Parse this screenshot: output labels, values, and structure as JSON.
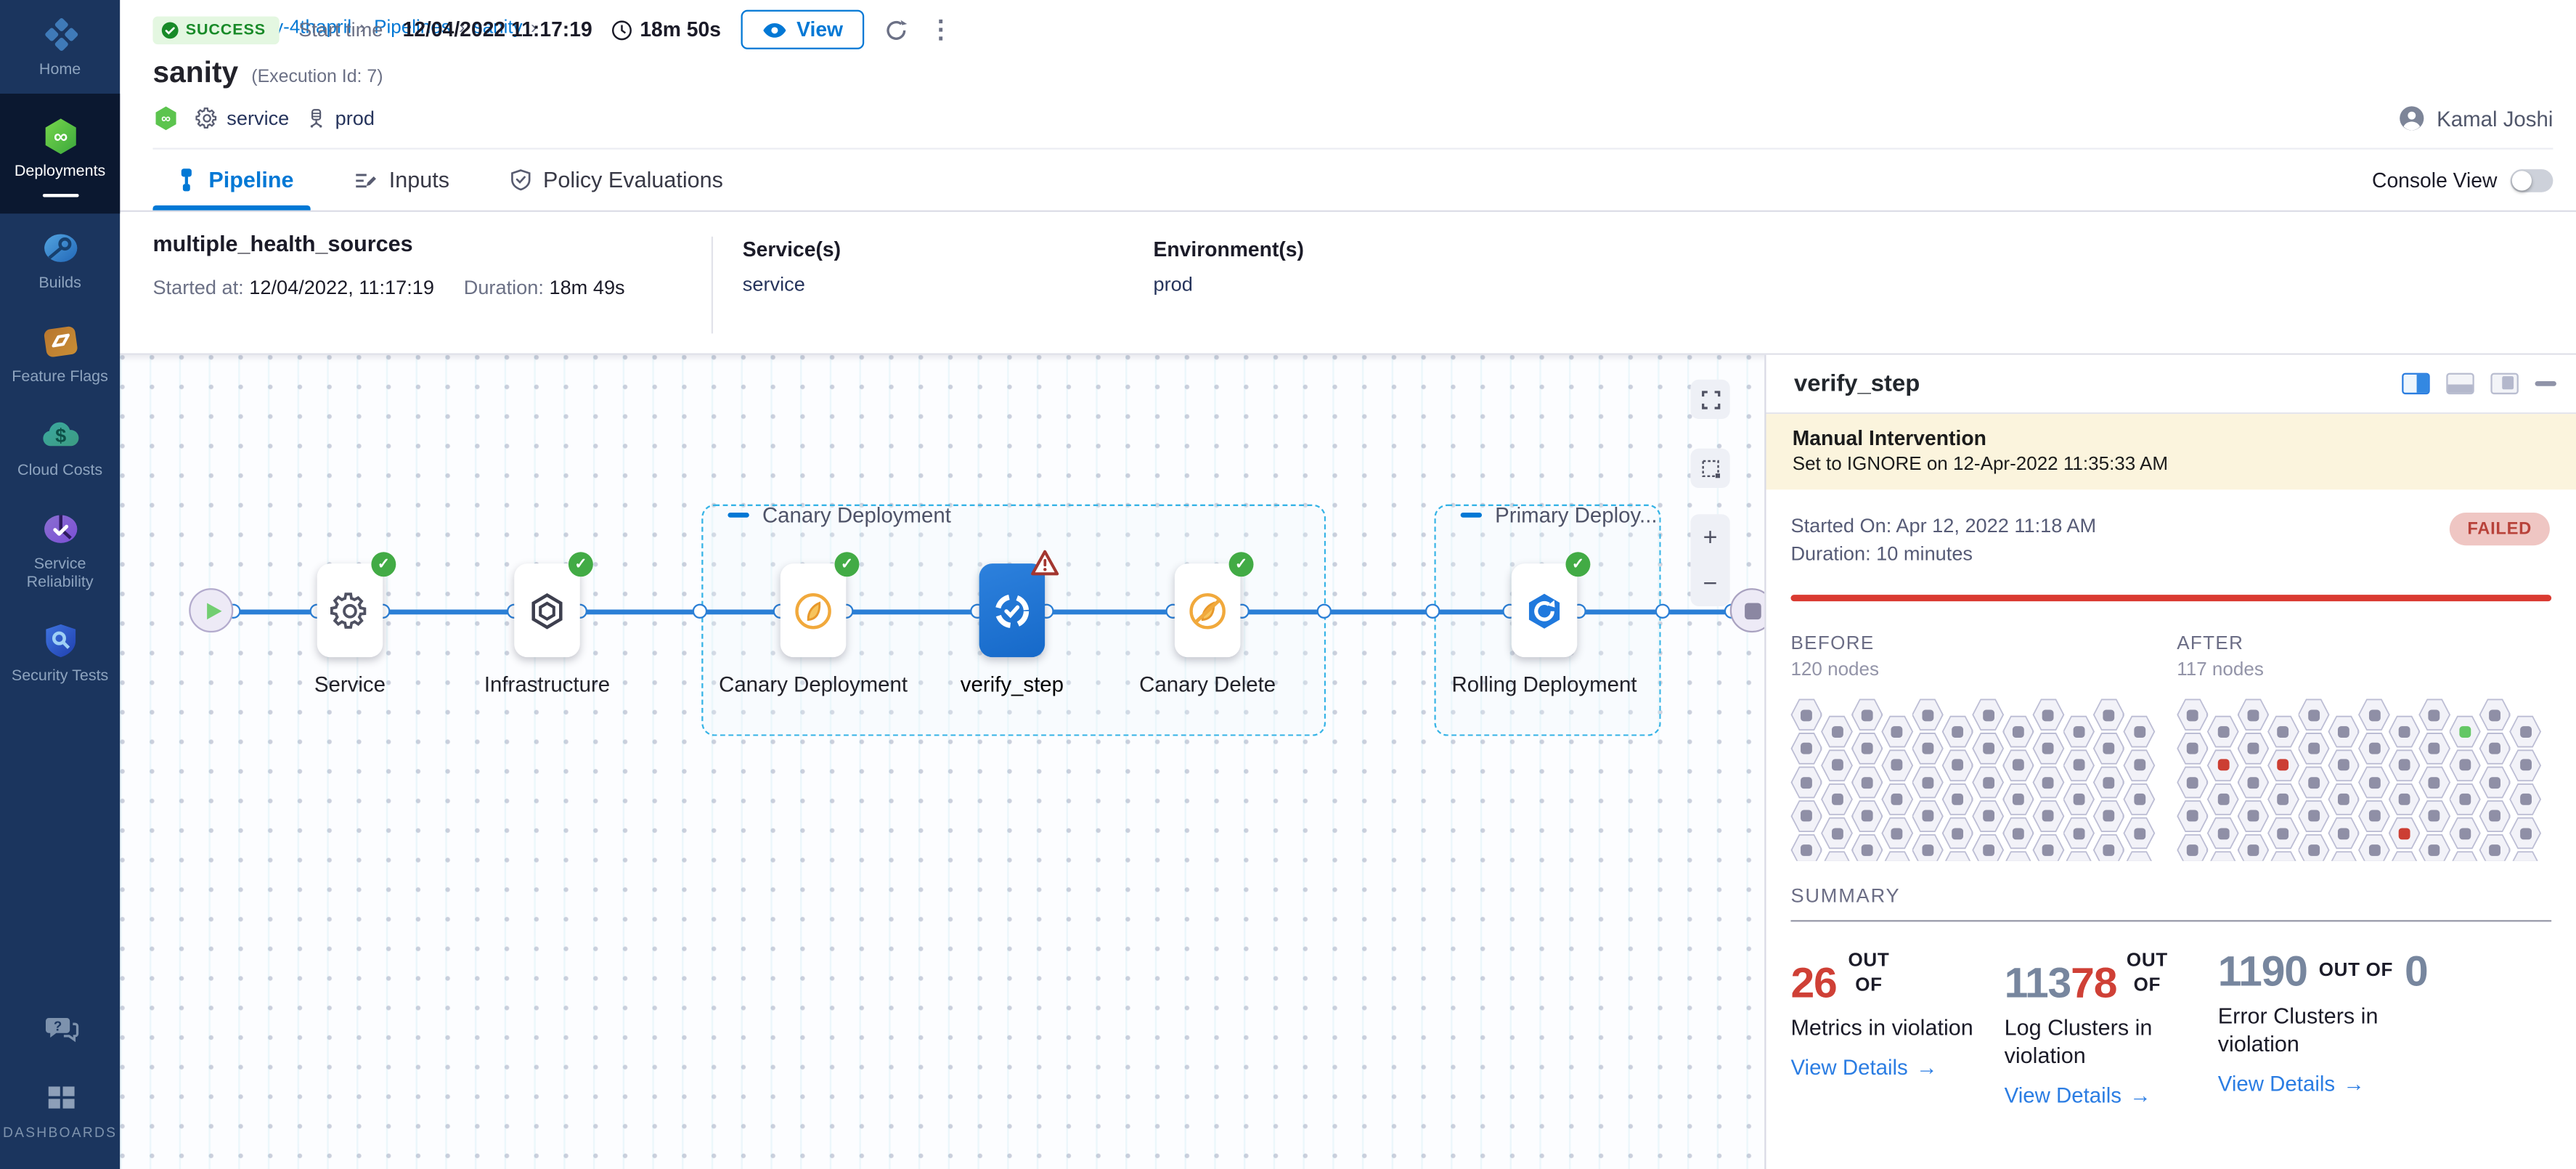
{
  "sidebar": {
    "items": [
      {
        "label": "Home"
      },
      {
        "label": "Deployments",
        "active": true
      },
      {
        "label": "Builds"
      },
      {
        "label": "Feature Flags"
      },
      {
        "label": "Cloud Costs"
      },
      {
        "label": "Service Reliability"
      },
      {
        "label": "Security Tests"
      },
      {
        "label": ""
      },
      {
        "label": "DASHBOARDS"
      }
    ]
  },
  "header": {
    "breadcrumb": {
      "project": "SRM-sanity-4thapril",
      "section": "Pipelines",
      "page": "sanity"
    },
    "title": "sanity",
    "execution_id": "(Execution Id: 7)",
    "status_badge": "SUCCESS",
    "start_time_label": "Start time",
    "start_time_value": "12/04/2022 11:17:19",
    "elapsed": "18m 50s",
    "view_button": "View",
    "tags": {
      "service": "service",
      "environment": "prod"
    },
    "user_name": "Kamal Joshi"
  },
  "tabs": {
    "pipeline": "Pipeline",
    "inputs": "Inputs",
    "policy": "Policy Evaluations",
    "console_view_label": "Console View"
  },
  "run_info": {
    "name": "multiple_health_sources",
    "started_label": "Started at:",
    "started_value": "12/04/2022, 11:17:19",
    "duration_label": "Duration:",
    "duration_value": "18m 49s",
    "services_label": "Service(s)",
    "services_value": "service",
    "environments_label": "Environment(s)",
    "environments_value": "prod"
  },
  "pipeline": {
    "groups": [
      {
        "label": "Canary Deployment"
      },
      {
        "label": "Primary Deploy..."
      }
    ],
    "nodes": [
      {
        "label": "Service"
      },
      {
        "label": "Infrastructure"
      },
      {
        "label": "Canary Deployment"
      },
      {
        "label": "verify_step"
      },
      {
        "label": "Canary Delete"
      },
      {
        "label": "Rolling Deployment"
      }
    ],
    "zoom_in": "+",
    "zoom_out": "−"
  },
  "panel": {
    "title": "verify_step",
    "banner": {
      "title": "Manual Intervention",
      "message": "Set to IGNORE on 12-Apr-2022 11:35:33 AM"
    },
    "started": "Started On: Apr 12, 2022 11:18 AM",
    "duration": "Duration: 10 minutes",
    "status": "FAILED",
    "before": {
      "label": "BEFORE",
      "count": "120 nodes"
    },
    "after": {
      "label": "AFTER",
      "count": "117 nodes"
    },
    "summary_label": "SUMMARY",
    "summary": [
      {
        "num_parts": [
          {
            "text": "26",
            "color": "#cf4036"
          }
        ],
        "out_of": [
          "OUT",
          "OF"
        ],
        "tail": "",
        "label": "Metrics in violation",
        "link": "View Details"
      },
      {
        "num_parts": [
          {
            "text": "113",
            "color": "#77869e"
          },
          {
            "text": "78",
            "color": "#cf4036"
          }
        ],
        "out_of": [
          "OUT",
          "OF"
        ],
        "tail": "",
        "label": "Log Clusters in violation",
        "link": "View Details"
      },
      {
        "num_parts": [
          {
            "text": "1190",
            "color": "#77869e"
          }
        ],
        "out_of": [
          "OUT OF"
        ],
        "tail": "0",
        "label": "Error Clusters in violation",
        "link": "View Details"
      }
    ]
  },
  "hex_grid": {
    "cols": 12,
    "rows": 5,
    "default_color": "#8f8fa6",
    "before": {
      "special": []
    },
    "after": {
      "special": [
        {
          "col": 9,
          "row": 0,
          "color": "#63c764"
        },
        {
          "col": 1,
          "row": 1,
          "color": "#cc3e33"
        },
        {
          "col": 3,
          "row": 1,
          "color": "#cc3e33"
        },
        {
          "col": 7,
          "row": 3,
          "color": "#cc3e33"
        }
      ]
    }
  },
  "colors": {
    "primary_blue": "#0278d5",
    "success_green": "#42ab45",
    "failed_bar_red": "#da3a31",
    "failed_badge_bg": "#efc6c3",
    "failed_badge_text": "#b8423a",
    "banner_bg": "#fbf4dd",
    "violation_red": "#cf4036",
    "number_gray": "#77869e",
    "link_blue": "#2b7de3",
    "canary_orange": "#f1a93c",
    "sidebar_bg": "#1b355e",
    "sidebar_active_bg": "#0b1830",
    "hex_dot_gray": "#8f8fa6",
    "hex_dot_red": "#cc3e33",
    "hex_dot_green": "#63c764"
  }
}
